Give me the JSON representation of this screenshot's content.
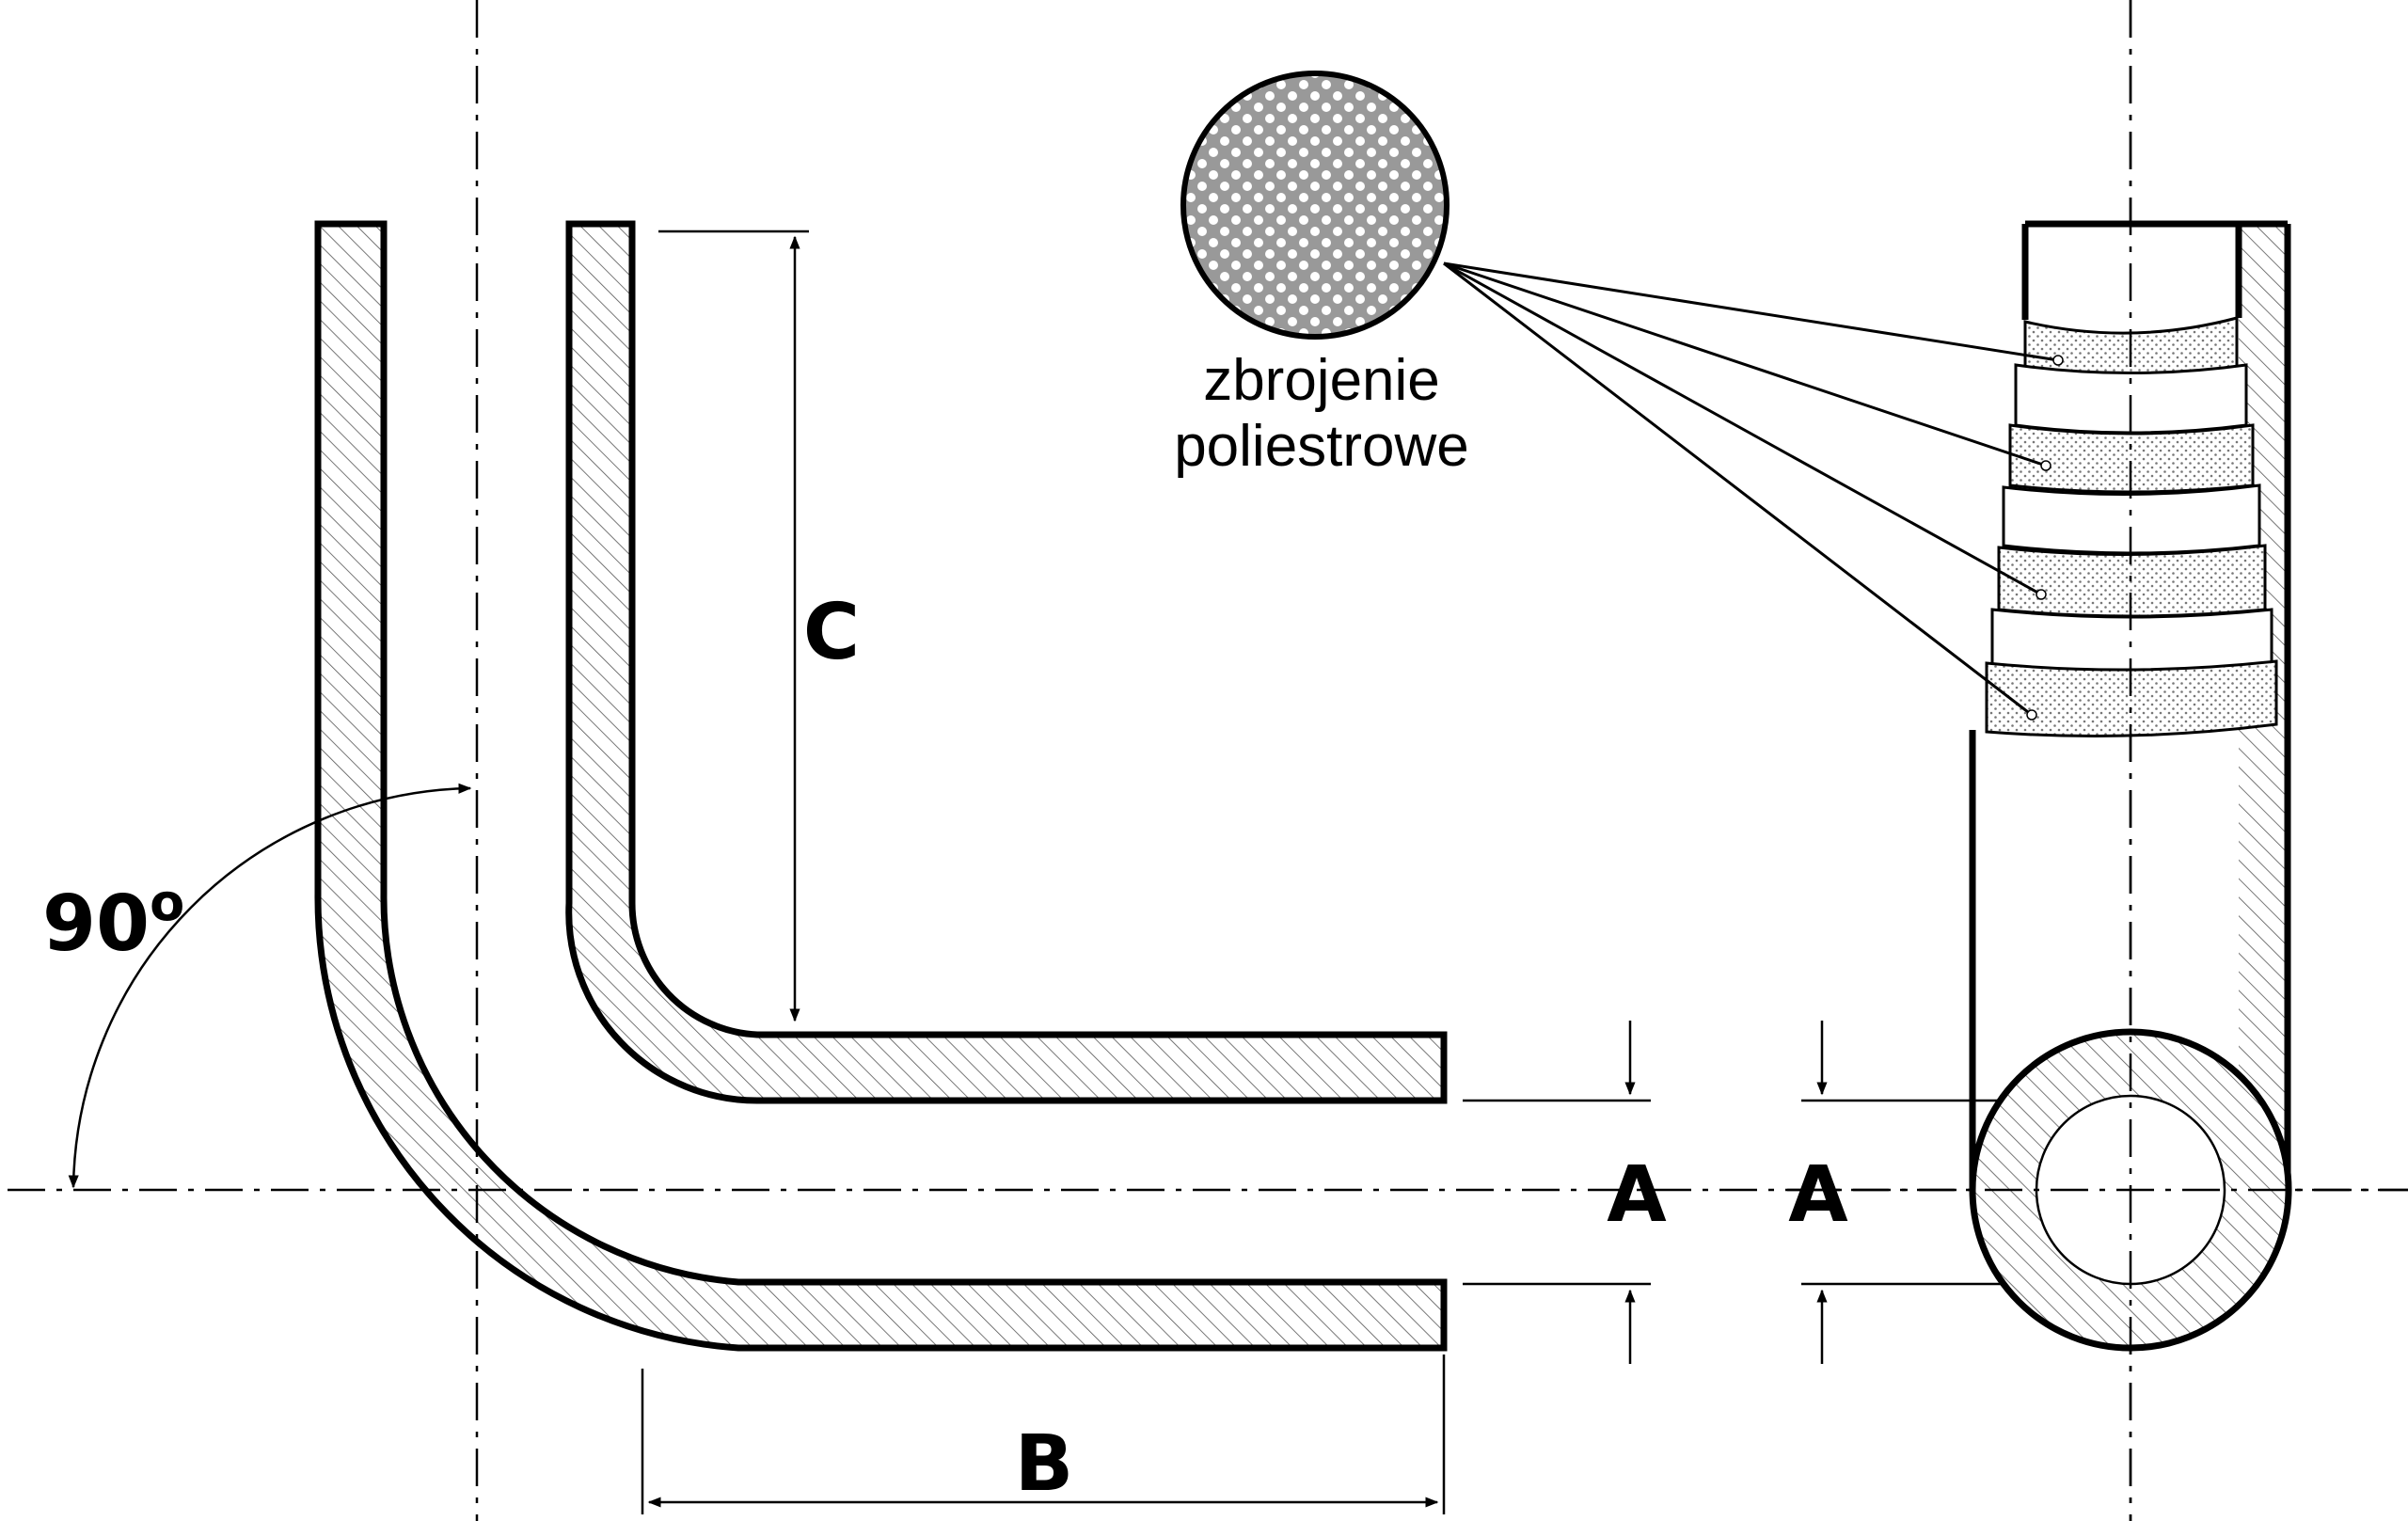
{
  "diagram": {
    "dim_c": "C",
    "dim_b": "B",
    "dim_a_left": "A",
    "dim_a_right": "A",
    "angle": "90",
    "angle_unit": "o",
    "note_line1": "zbrojenie",
    "note_line2": "poliestrowe"
  },
  "colors": {
    "ink": "#000000",
    "hatch": "#444444",
    "dots": "#777777",
    "paper": "#ffffff"
  }
}
